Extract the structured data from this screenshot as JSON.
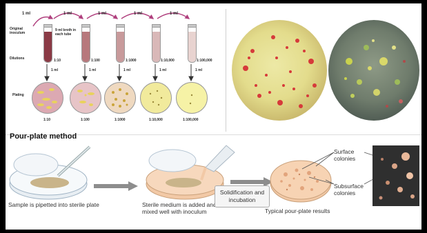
{
  "dilution": {
    "transfer_labels": [
      "1 ml",
      "1 ml",
      "1 ml",
      "1 ml",
      "1 ml"
    ],
    "original_inoculum": "Original inoculum",
    "broth_note": "9 ml broth in each tube",
    "dilutions_label": "Dilutions",
    "ratios": [
      "1:10",
      "1:100",
      "1:1000",
      "1:10,000",
      "1:100,000"
    ],
    "down_labels": [
      "1 ml",
      "1 ml",
      "1 ml",
      "1 ml",
      "1 ml"
    ],
    "plating_label": "Plating",
    "plate_labels": [
      "1:10",
      "1:100",
      "1:1000",
      "1:10,000",
      "1:100,000"
    ]
  },
  "pour_plate": {
    "title": "Pour-plate method",
    "step1_caption": "Sample is pipetted into sterile plate",
    "step2_caption": "Sterile medium is added and mixed well with inoculum",
    "box_label": "Solidification and incubation",
    "step3_caption": "Typical pour-plate results",
    "surface_label": "Surface colonies",
    "subsurface_label": "Subsurface colonies"
  },
  "colors": {
    "tube_liquids": [
      "#8a3a45",
      "#b7787c",
      "#c89a9b",
      "#d9b8b8",
      "#e8d3d0"
    ],
    "plate_bg": [
      "#dca9b2",
      "#e7c4c7",
      "#efd9c0",
      "#f1ea9c",
      "#f6f2a6"
    ],
    "colony": "#e9d25c",
    "agar": "#f2c9a6",
    "arrow": "#8d8d8d"
  }
}
